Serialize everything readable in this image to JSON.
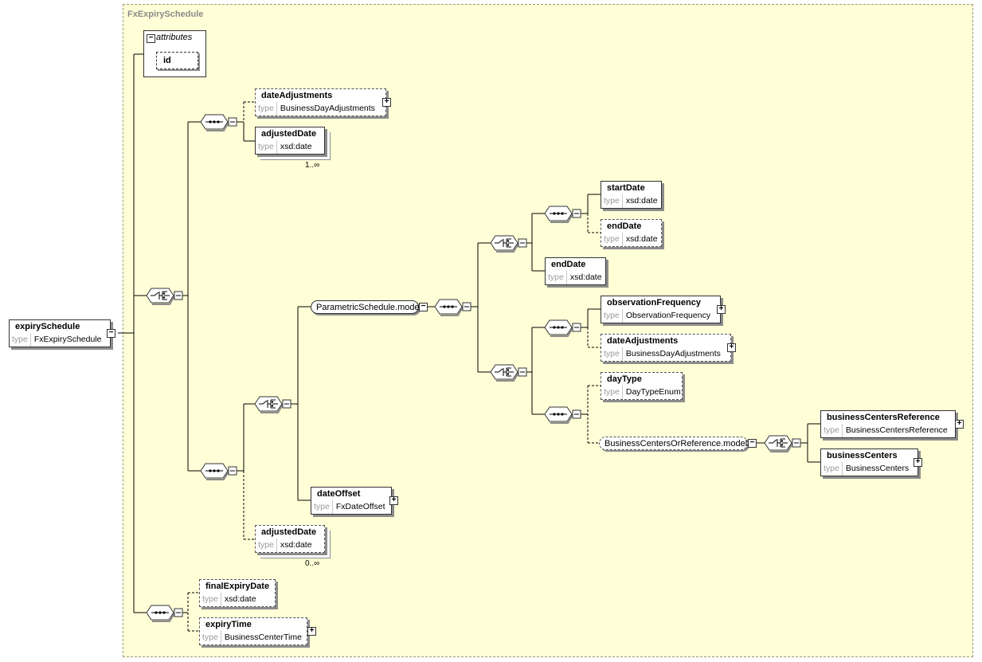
{
  "frame": {
    "title": "FxExpirySchedule"
  },
  "root": {
    "name": "expirySchedule",
    "type_label": "type",
    "type": "FxExpirySchedule"
  },
  "attributes": {
    "label": "attributes",
    "items": [
      "id"
    ]
  },
  "elements": {
    "dateAdjustments1": {
      "name": "dateAdjustments",
      "type_label": "type",
      "type": "BusinessDayAdjustments"
    },
    "adjustedDate1": {
      "name": "adjustedDate",
      "type_label": "type",
      "type": "xsd:date",
      "multiplicity": "1..∞"
    },
    "startDate": {
      "name": "startDate",
      "type_label": "type",
      "type": "xsd:date"
    },
    "endDate1": {
      "name": "endDate",
      "type_label": "type",
      "type": "xsd:date"
    },
    "endDate2": {
      "name": "endDate",
      "type_label": "type",
      "type": "xsd:date"
    },
    "observationFrequency": {
      "name": "observationFrequency",
      "type_label": "type",
      "type": "ObservationFrequency"
    },
    "dateAdjustments2": {
      "name": "dateAdjustments",
      "type_label": "type",
      "type": "BusinessDayAdjustments"
    },
    "dayType": {
      "name": "dayType",
      "type_label": "type",
      "type": "DayTypeEnum"
    },
    "businessCentersReference": {
      "name": "businessCentersReference",
      "type_label": "type",
      "type": "BusinessCentersReference"
    },
    "businessCenters": {
      "name": "businessCenters",
      "type_label": "type",
      "type": "BusinessCenters"
    },
    "dateOffset": {
      "name": "dateOffset",
      "type_label": "type",
      "type": "FxDateOffset"
    },
    "adjustedDate2": {
      "name": "adjustedDate",
      "type_label": "type",
      "type": "xsd:date",
      "multiplicity": "0..∞"
    },
    "finalExpiryDate": {
      "name": "finalExpiryDate",
      "type_label": "type",
      "type": "xsd:date"
    },
    "expiryTime": {
      "name": "expiryTime",
      "type_label": "type",
      "type": "BusinessCenterTime"
    }
  },
  "groups": {
    "parametric": "ParametricSchedule.model",
    "bcor": "BusinessCentersOrReference.model"
  }
}
